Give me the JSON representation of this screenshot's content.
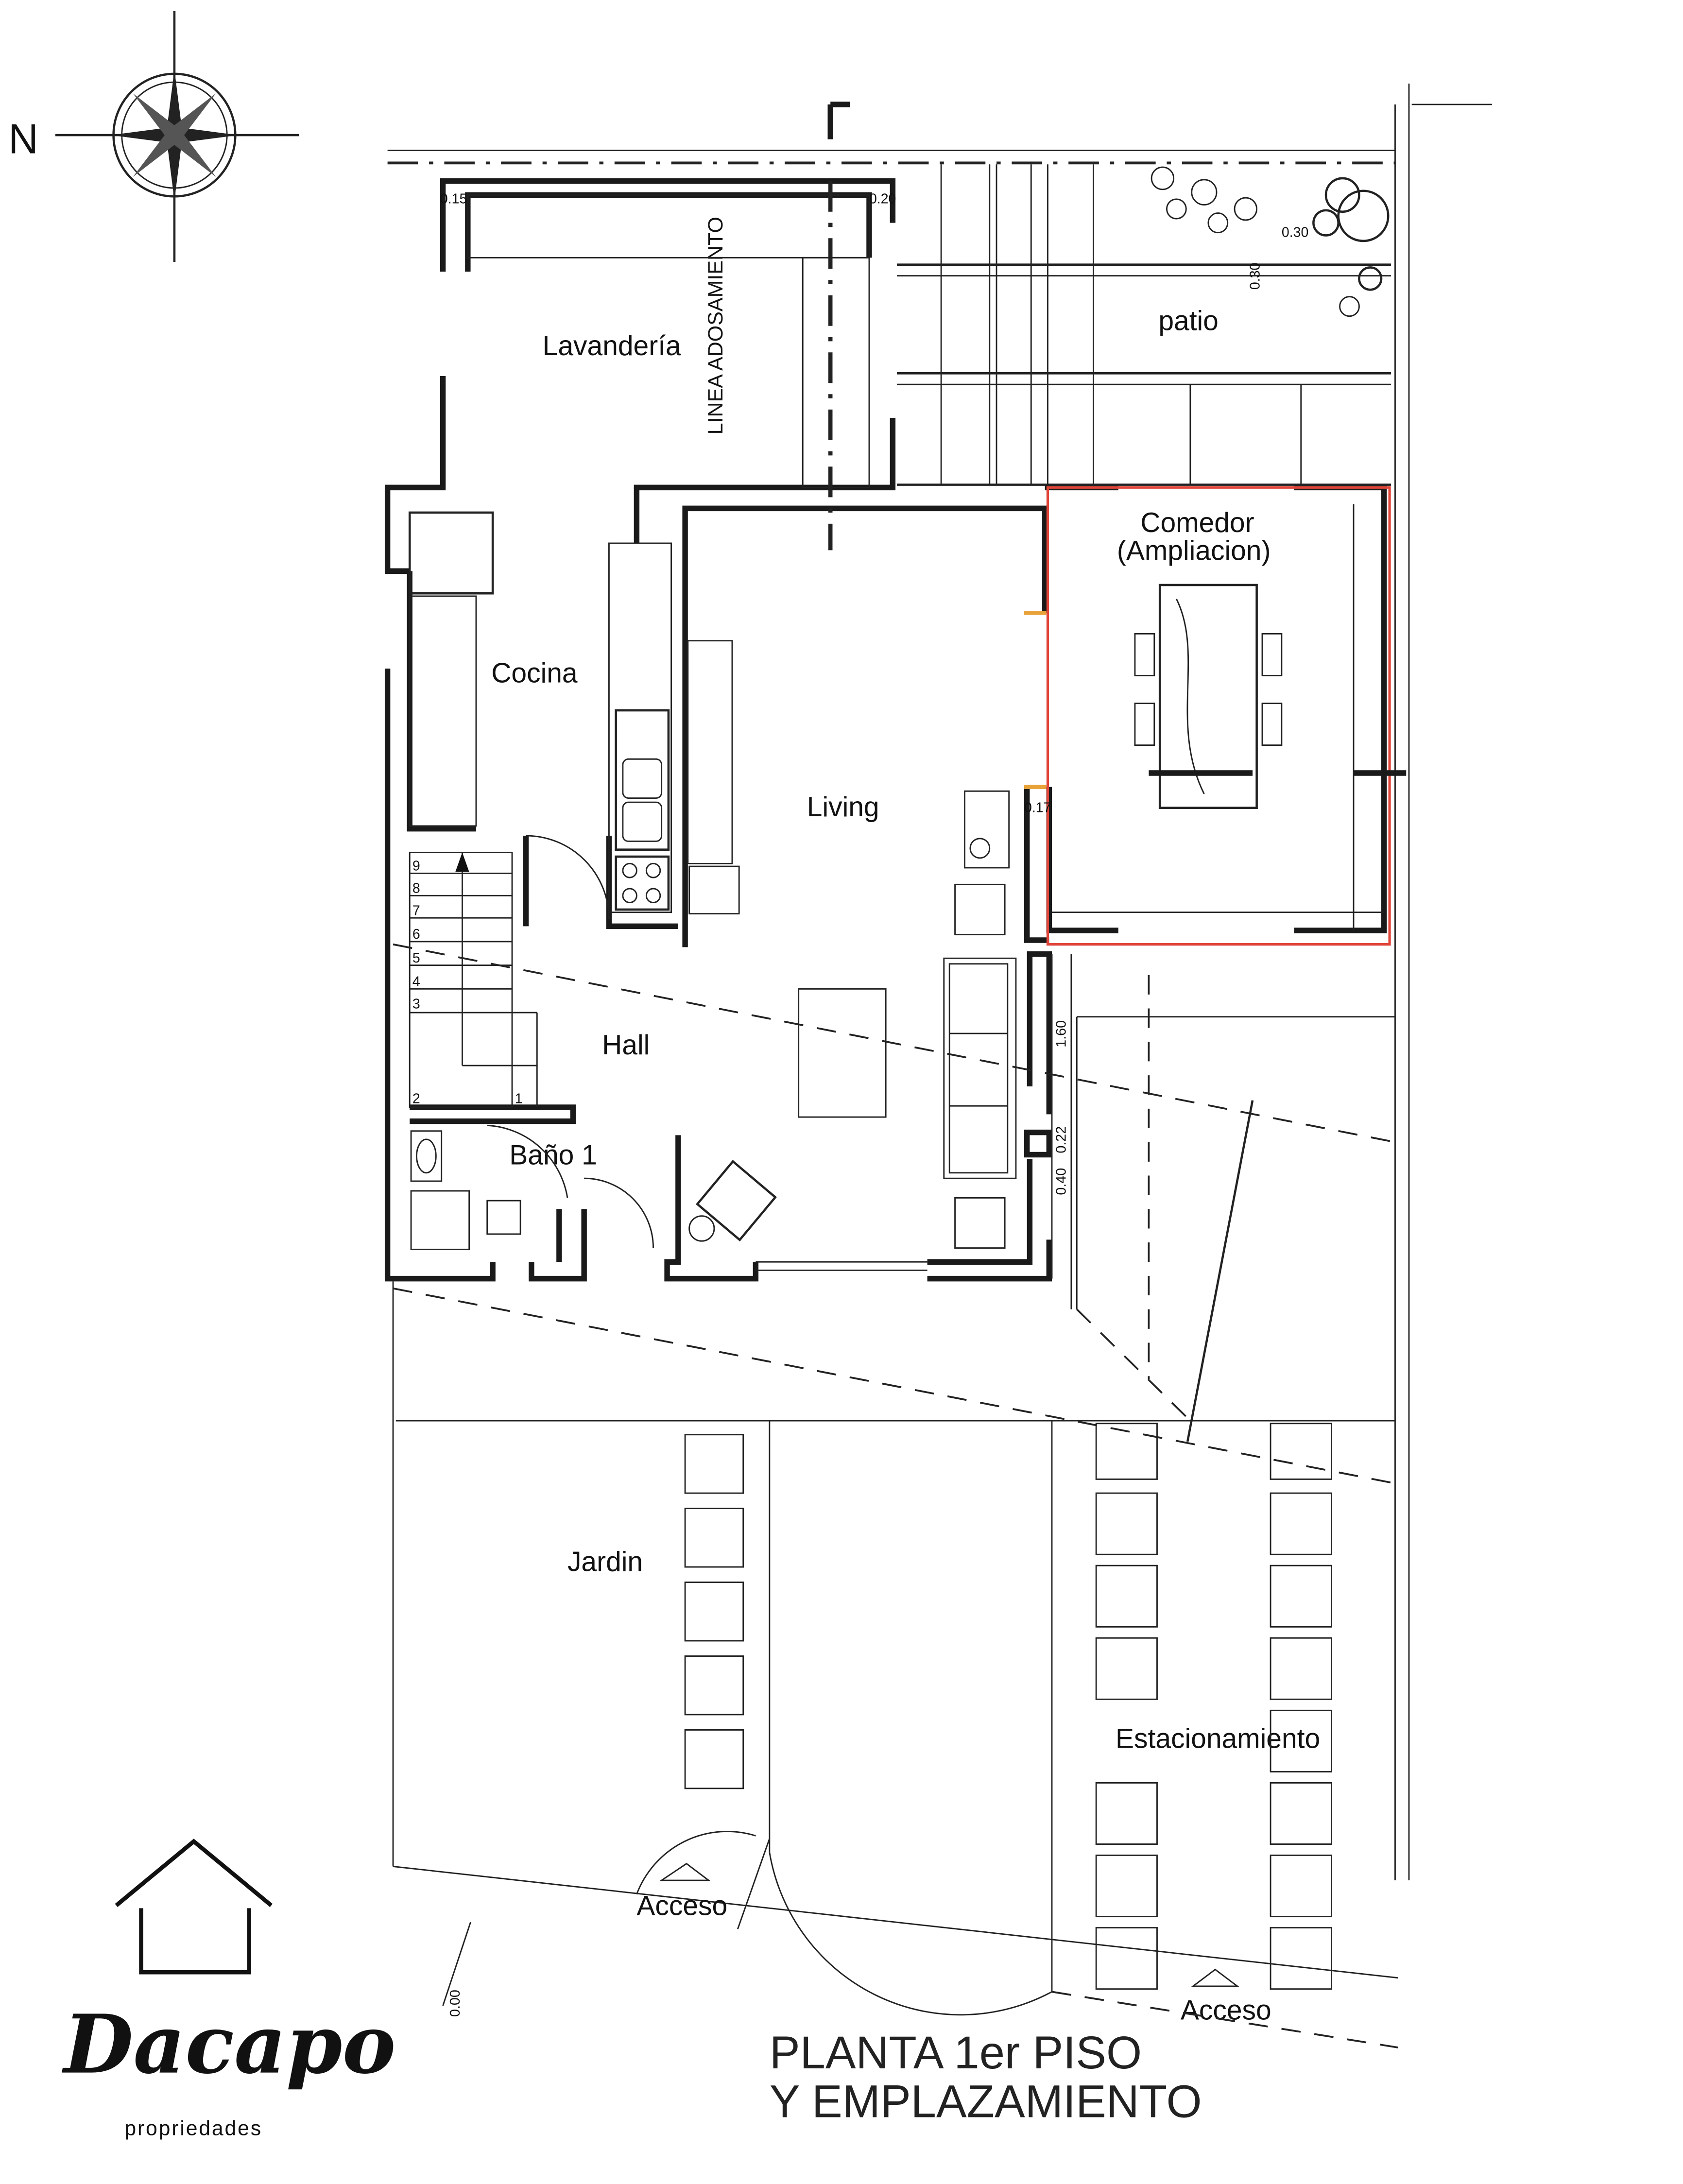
{
  "compass": {
    "north_label": "N",
    "icon": "compass-rose-icon"
  },
  "rooms": {
    "lavanderia": "Lavandería",
    "linea": "LINEA ADOSAMIENTO",
    "patio": "patio",
    "comedor": "Comedor",
    "comedor_sub": "(Ampliacion)",
    "cocina": "Cocina",
    "living": "Living",
    "hall": "Hall",
    "bano": "Baño 1",
    "jardin": "Jardin",
    "estacionamiento": "Estacionamiento",
    "acceso_1": "Acceso",
    "acceso_2": "Acceso"
  },
  "dimensions": {
    "d015": "0.15",
    "d020": "0.20",
    "d030a": "0.30",
    "d030b": "0.30",
    "d017": "0.17",
    "d160": "1.60",
    "d022": "0.22",
    "d040": "0.40",
    "d000": "0.00"
  },
  "stairs": [
    "1",
    "2",
    "3",
    "4",
    "5",
    "6",
    "7",
    "8",
    "9"
  ],
  "title": {
    "line1": "PLANTA 1er PISO",
    "line2": "Y EMPLAZAMIENTO"
  },
  "brand": {
    "name": "Dacapo",
    "sub": "propriedades",
    "icon": "house-logo-icon"
  },
  "colors": {
    "extension_outline": "#e0453a",
    "wall": "#1a1a1a",
    "door_marker": "#e8a23a"
  }
}
